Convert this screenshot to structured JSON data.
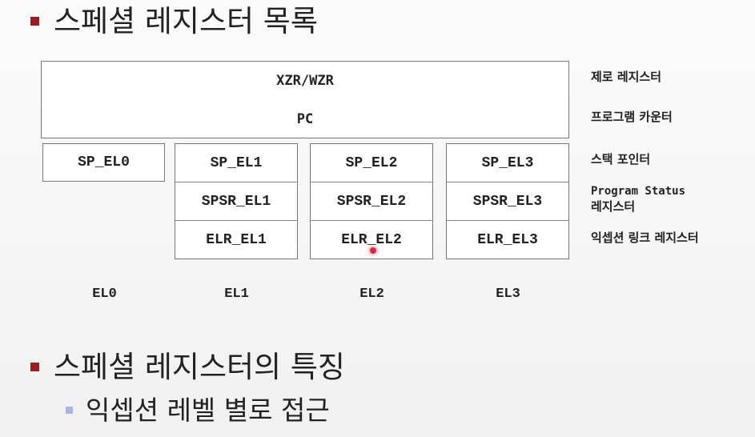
{
  "heading1": "스페셜 레지스터 목록",
  "heading2": "스페셜 레지스터의 특징",
  "sub_bullet": "익셉션 레벨 별로 접근",
  "shared_registers": [
    "XZR/WZR",
    "PC"
  ],
  "el0_register": "SP_EL0",
  "columns": [
    {
      "sp": "SP_EL1",
      "spsr": "SPSR_EL1",
      "elr": "ELR_EL1"
    },
    {
      "sp": "SP_EL2",
      "spsr": "SPSR_EL2",
      "elr": "ELR_EL2"
    },
    {
      "sp": "SP_EL3",
      "spsr": "SPSR_EL3",
      "elr": "ELR_EL3"
    }
  ],
  "side_labels": {
    "zero": "제로 레지스터",
    "pc": "프로그램 카운터",
    "sp": "스택 포인터",
    "psr_line1": "Program Status",
    "psr_line2": "레지스터",
    "elr": "익셉션 링크 레지스터"
  },
  "el_labels": [
    "EL0",
    "EL1",
    "EL2",
    "EL3"
  ],
  "colors": {
    "bullet": "#9b1c1c",
    "sub_bullet": "#a8b8dd",
    "cursor": "#e0283b"
  }
}
